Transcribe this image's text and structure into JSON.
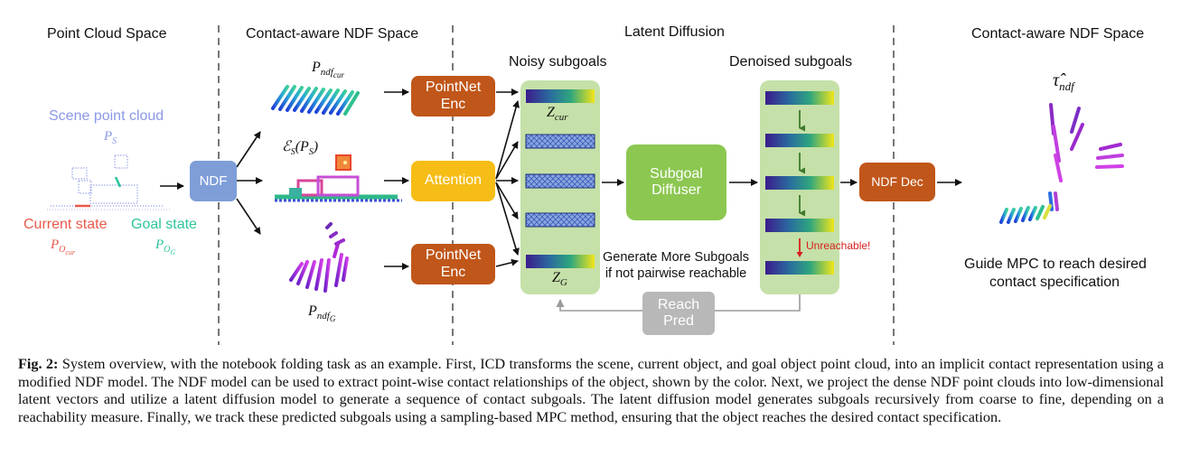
{
  "sections": {
    "point_cloud_space": "Point Cloud Space",
    "contact_ndf_space_left": "Contact-aware NDF Space",
    "latent_diffusion": "Latent Diffusion",
    "contact_ndf_space_right": "Contact-aware NDF Space"
  },
  "left": {
    "scene_point_cloud": "Scene point cloud",
    "p_s": "P",
    "p_s_sub": "S",
    "current_state": "Current state",
    "goal_state": "Goal state",
    "p_ocur": "P",
    "p_ocur_sub": "O",
    "p_ocur_subsub": "cur",
    "p_og": "P",
    "p_og_sub": "O",
    "p_og_subsub": "G"
  },
  "ndf_box": "NDF",
  "ndf_labels": {
    "p_ndf_cur": "P",
    "p_ndf_cur_sub": "ndf",
    "p_ndf_cur_subsub": "cur",
    "es_ps": "ℰ",
    "es_ps_sub": "S",
    "es_ps_arg": "(P",
    "es_ps_arg_sub": "S",
    "es_ps_close": ")",
    "p_ndf_g": "P",
    "p_ndf_g_sub": "ndf",
    "p_ndf_g_subsub": "G"
  },
  "encoders": {
    "top_line1": "PointNet",
    "top_line2": "Enc",
    "attention": "Attention",
    "bottom_line1": "PointNet",
    "bottom_line2": "Enc"
  },
  "noisy": {
    "title": "Noisy subgoals",
    "z_cur": "Z",
    "z_cur_sub": "cur",
    "z_g": "Z",
    "z_g_sub": "G"
  },
  "diffuser": {
    "line1": "Subgoal",
    "line2": "Diffuser"
  },
  "denoised": {
    "title": "Denoised subgoals",
    "unreachable": "Unreachable!"
  },
  "generate_more": {
    "line1": "Generate More Subgoals",
    "line2": "if not pairwise reachable"
  },
  "reach_pred": {
    "line1": "Reach",
    "line2": "Pred"
  },
  "ndf_dec": "NDF Dec",
  "right": {
    "tau_ndf": "τ̂",
    "tau_sub": "ndf",
    "guide_line1": "Guide MPC to reach desired",
    "guide_line2": "contact specification"
  },
  "caption": {
    "fig": "Fig. 2:",
    "text": "System overview, with the notebook folding task as an example. First, ICD transforms the scene, current object, and goal object point cloud, into an implicit contact representation using a modified NDF model. The NDF model can be used to extract point-wise contact relationships of the object, shown by the color. Next, we project the dense NDF point clouds into low-dimensional latent vectors and utilize a latent diffusion model to generate a sequence of contact subgoals. The latent diffusion model generates subgoals recursively from coarse to fine, depending on a reachability measure. Finally, we track these predicted subgoals using a sampling-based MPC method, ensuring that the object reaches the desired contact specification."
  },
  "colors": {
    "ndf_box": "#7f9ed8",
    "encoder": "#c0561a",
    "attention": "#f6bd16",
    "panel": "#c5e0a8",
    "diffuser": "#8cc751",
    "reach_pred": "#b8b8b8",
    "scene_blue": "#8a98e6",
    "current_red": "#e8594a",
    "goal_teal": "#2dc49a",
    "unreachable_red": "#d81e1e"
  }
}
